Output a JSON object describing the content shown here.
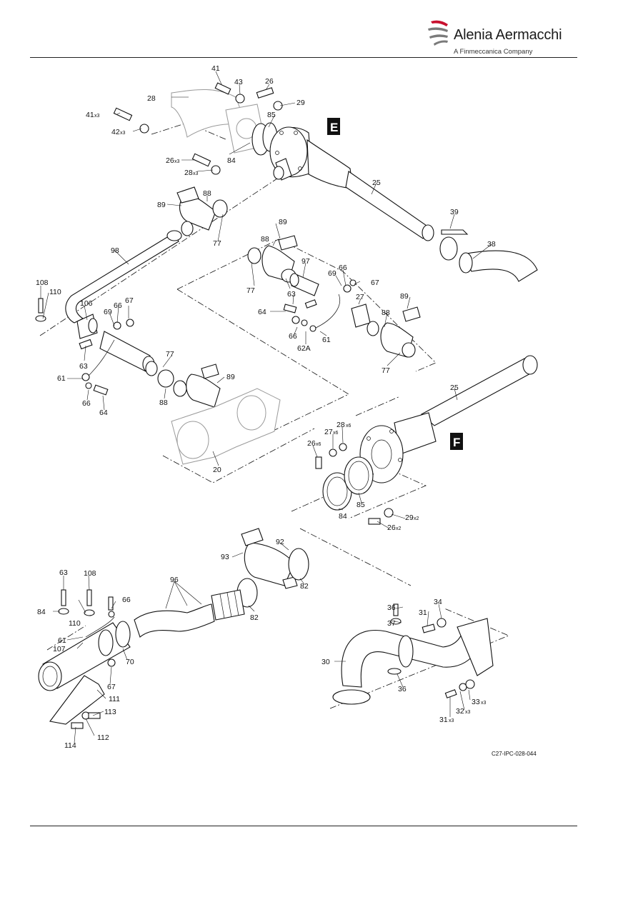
{
  "header": {
    "brand_name": "Alenia Aermacchi",
    "brand_tagline": "A Finmeccanica Company",
    "logo_colors": {
      "red": "#c8102e",
      "grey": "#7a7a7a"
    }
  },
  "figure": {
    "drawing_id": "C27-IPC-028-044",
    "views": {
      "e": "E",
      "f": "F"
    },
    "labels": {
      "l41": "41",
      "l43": "43",
      "l26a": "26",
      "l28": "28",
      "l29": "29",
      "l85a": "85",
      "l41x": "41",
      "l42x": "42",
      "l84a": "84",
      "l26x": "26",
      "l28x": "28",
      "l25a": "25",
      "l39": "39",
      "l38": "38",
      "l89a": "89",
      "l88a": "88",
      "l77a": "77",
      "l98": "98",
      "l89b": "89",
      "l88b": "88",
      "l97": "97",
      "l77b": "77",
      "l69a": "69",
      "l66a": "66",
      "l67a": "67",
      "l63a": "63",
      "l27": "27",
      "l89c": "89",
      "l64a": "64",
      "l88c": "88",
      "l66b": "66",
      "l62a": "62A",
      "l61a": "61",
      "l77c": "77",
      "l108a": "108",
      "l110a": "110",
      "l106": "106",
      "l66c": "66",
      "l67b": "67",
      "l69b": "69",
      "l63b": "63",
      "l77d": "77",
      "l89d": "89",
      "l61b": "61",
      "l66d": "66",
      "l64b": "64",
      "l88d": "88",
      "l20": "20",
      "l25b": "25",
      "l28y": "28",
      "l27x": "27",
      "l26y": "26",
      "l85b": "85",
      "l84b": "84",
      "l29x": "29",
      "l26z": "26",
      "l93": "93",
      "l92": "92",
      "l82a": "82",
      "l96": "96",
      "l82b": "82",
      "l63c": "63",
      "l108b": "108",
      "l66e": "66",
      "l84c": "84",
      "l110b": "110",
      "l61c": "61",
      "l107": "107",
      "l70": "70",
      "l67c": "67",
      "l111": "111",
      "l113": "113",
      "l112": "112",
      "l114": "114",
      "l36a": "36",
      "l34": "34",
      "l37": "37",
      "l31a": "31",
      "l30": "30",
      "l36b": "36",
      "l33": "33",
      "l32": "32",
      "l31b": "31"
    },
    "quantities": {
      "q41": "x3",
      "q42": "x3",
      "q26": "x3",
      "q28": "x3",
      "q27x": "x6",
      "q28y": "x6",
      "q26y": "x6",
      "q29": "x2",
      "q26z": "x2",
      "q33": "x3",
      "q32": "x3",
      "q31": "x3"
    }
  }
}
